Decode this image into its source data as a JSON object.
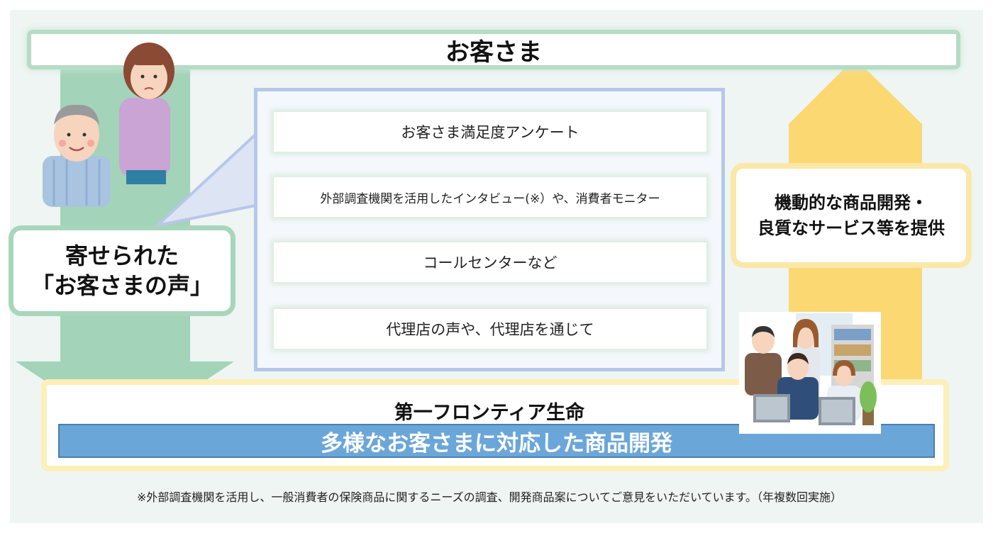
{
  "customer": {
    "title": "お客さま"
  },
  "voice_channels": [
    {
      "label": "お客さま満足度アンケート"
    },
    {
      "label": "外部調査機関を活用したインタビュー(※）や、消費者モニター"
    },
    {
      "label": "コールセンターなど"
    },
    {
      "label": "代理店の声や、代理店を通じて"
    }
  ],
  "voices_label": {
    "line1": "寄せられた",
    "line2": "「お客さまの声」"
  },
  "provide": {
    "line1": "機動的な商品開発・",
    "line2": "良質なサービス等を提供"
  },
  "company": {
    "name": "第一フロンティア生命",
    "product_line": "多様なお客さまに対応した商品開発"
  },
  "footnote": "※外部調査機関を活用し、一般消費者の保険商品に関するニーズの調査、開発商品案についてご意見をいただいています。（年複数回実施）",
  "colors": {
    "down_arrow": "#a3d3b9",
    "up_arrow": "#fcd873",
    "panel_border": "#b7c7ea",
    "product_bar": "#6ba6d9"
  }
}
